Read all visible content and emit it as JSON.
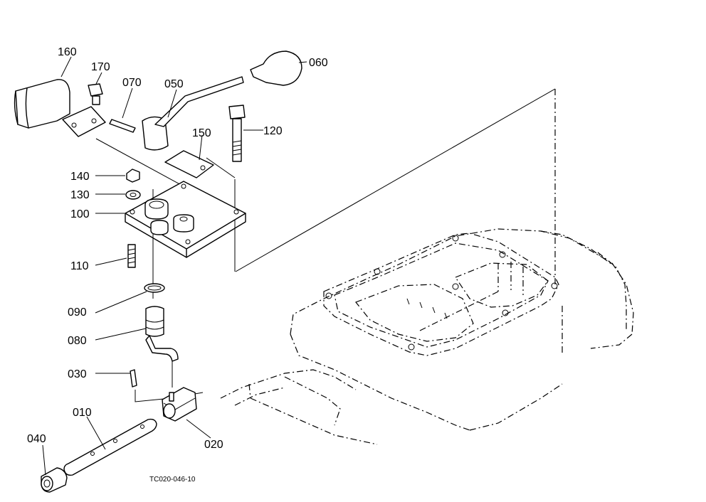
{
  "diagram": {
    "drawing_code": "TC020-046-10",
    "callouts": {
      "p160": "160",
      "p170": "170",
      "p070": "070",
      "p050": "050",
      "p060": "060",
      "p120": "120",
      "p150": "150",
      "p140": "140",
      "p130": "130",
      "p100": "100",
      "p110": "110",
      "p090": "090",
      "p080": "080",
      "p030": "030",
      "p010": "010",
      "p040": "040",
      "p020": "020"
    }
  }
}
